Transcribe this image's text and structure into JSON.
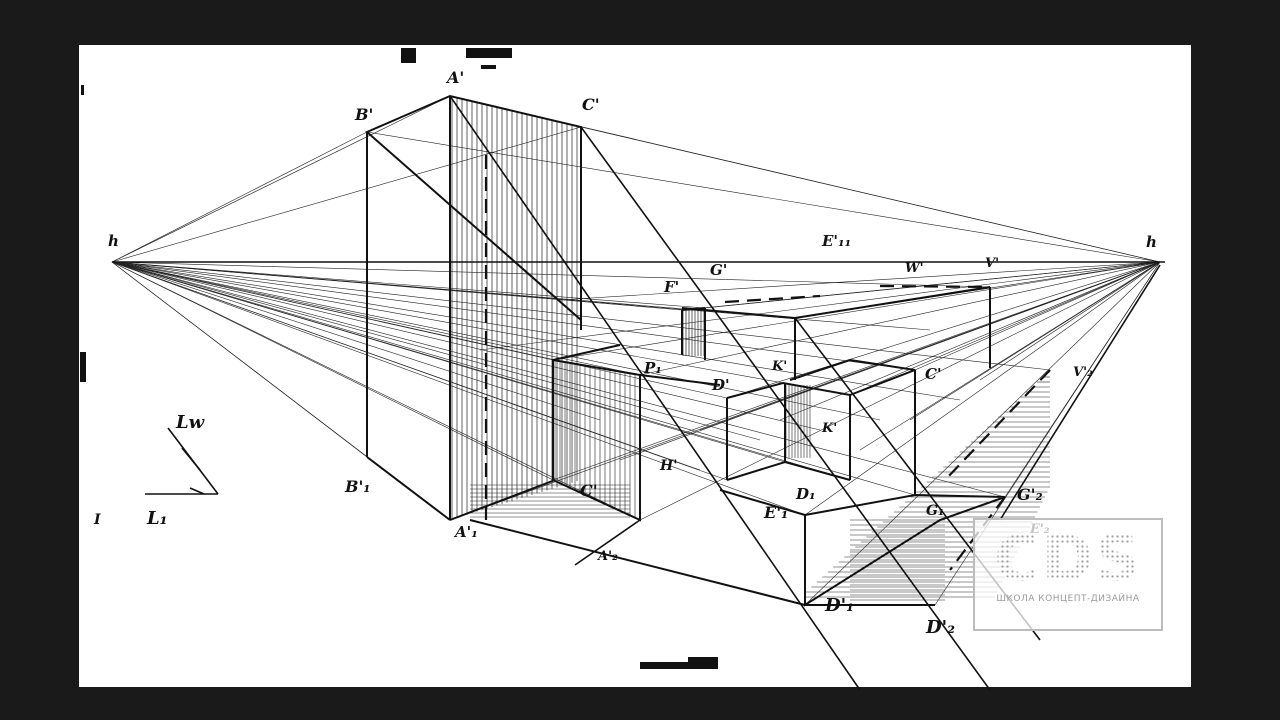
{
  "labels": {
    "h_left": "h",
    "h_right": "h",
    "A_top": "A'",
    "B_top": "B'",
    "C_top": "C'",
    "B_bottom": "B'₁",
    "A_bottom": "A'₁",
    "C_bottom": "C'",
    "A_shadow": "A'₂",
    "E1_top": "E'₁₁",
    "F_top": "F'",
    "G_mid": "G'",
    "W_top": "W'",
    "V_top": "V'",
    "P": "P₁",
    "D_mid": "D'",
    "K_mid": "K'",
    "K_inner": "K'",
    "C_right": "C'",
    "H": "H'",
    "D1_small": "D₁",
    "E1_bottom": "E'₁",
    "G1": "G₁",
    "G2": "G'₂",
    "E2": "E'₂",
    "D1_bottom": "D'₁",
    "D2": "D'₂",
    "Vb": "V'₂",
    "L_sun": "Lw",
    "L_low": "L₁",
    "mark_I": "I"
  },
  "logo": {
    "mark": "CDS",
    "subtitle": "ШКОЛА КОНЦЕПТ-ДИЗАЙНА"
  },
  "colors": {
    "background": "#1a1a1a",
    "paper": "#ffffff",
    "ink": "#111111",
    "logo": "#bdbdbd"
  }
}
